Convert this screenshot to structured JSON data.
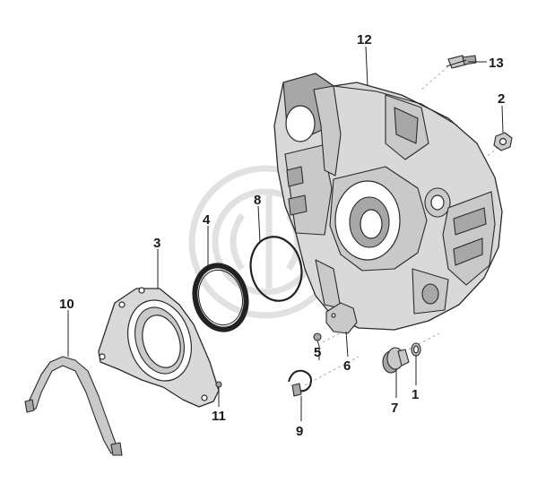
{
  "diagram": {
    "callouts": [
      {
        "id": "1",
        "text": "1"
      },
      {
        "id": "2",
        "text": "2"
      },
      {
        "id": "3",
        "text": "3"
      },
      {
        "id": "4",
        "text": "4"
      },
      {
        "id": "5",
        "text": "5"
      },
      {
        "id": "6",
        "text": "6"
      },
      {
        "id": "7",
        "text": "7"
      },
      {
        "id": "8",
        "text": "8"
      },
      {
        "id": "9",
        "text": "9"
      },
      {
        "id": "10",
        "text": "10"
      },
      {
        "id": "11",
        "text": "11"
      },
      {
        "id": "12",
        "text": "12"
      },
      {
        "id": "13",
        "text": "13"
      }
    ],
    "colors": {
      "line": "#222222",
      "fill": "#d9d9d9",
      "watermark": "#c8c8c8"
    }
  }
}
